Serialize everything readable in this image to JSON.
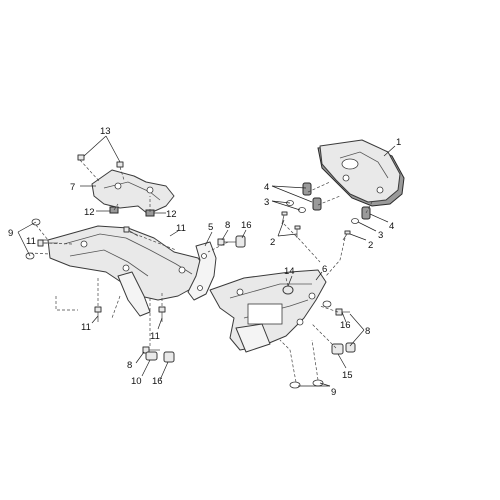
{
  "callouts": [
    {
      "id": "c1",
      "text": "1"
    },
    {
      "id": "c2a",
      "text": "2"
    },
    {
      "id": "c2b",
      "text": "2"
    },
    {
      "id": "c3a",
      "text": "3"
    },
    {
      "id": "c3b",
      "text": "3"
    },
    {
      "id": "c4a",
      "text": "4"
    },
    {
      "id": "c4b",
      "text": "4"
    },
    {
      "id": "c5",
      "text": "5"
    },
    {
      "id": "c6",
      "text": "6"
    },
    {
      "id": "c7",
      "text": "7"
    },
    {
      "id": "c8a",
      "text": "8"
    },
    {
      "id": "c8b",
      "text": "8"
    },
    {
      "id": "c8c",
      "text": "8"
    },
    {
      "id": "c9a",
      "text": "9"
    },
    {
      "id": "c9b",
      "text": "9"
    },
    {
      "id": "c10",
      "text": "10"
    },
    {
      "id": "c11a",
      "text": "11"
    },
    {
      "id": "c11b",
      "text": "11"
    },
    {
      "id": "c11c",
      "text": "11"
    },
    {
      "id": "c11d",
      "text": "11"
    },
    {
      "id": "c12a",
      "text": "12"
    },
    {
      "id": "c12b",
      "text": "12"
    },
    {
      "id": "c13",
      "text": "13"
    },
    {
      "id": "c14",
      "text": "14"
    },
    {
      "id": "c15",
      "text": "15"
    },
    {
      "id": "c16a",
      "text": "16"
    },
    {
      "id": "c16b",
      "text": "16"
    },
    {
      "id": "c16c",
      "text": "16"
    }
  ]
}
